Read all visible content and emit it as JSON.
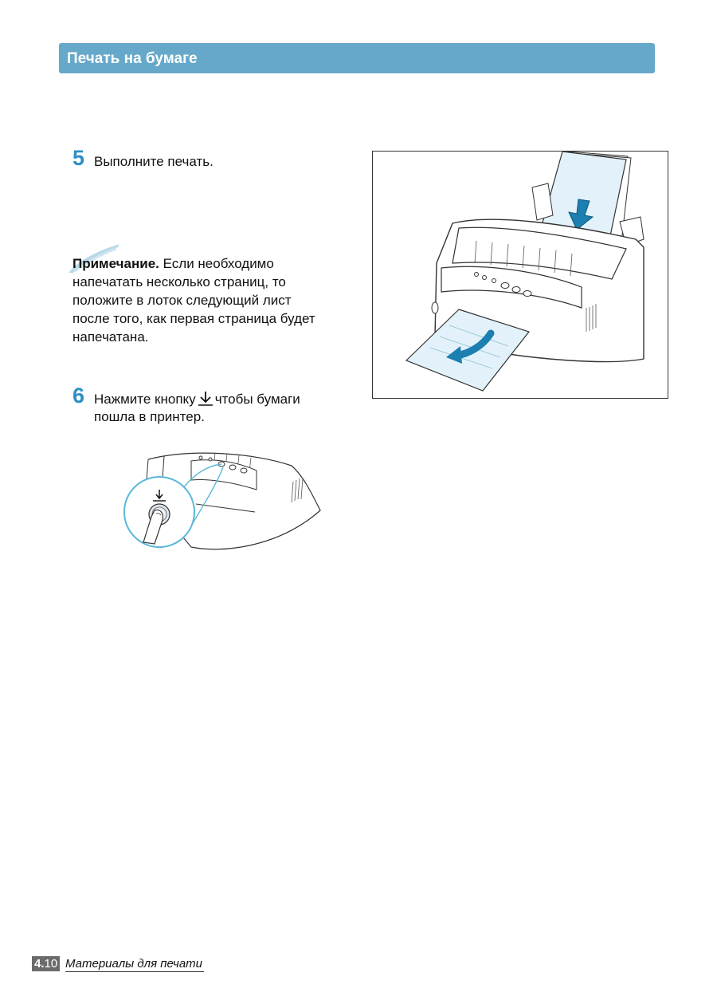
{
  "header": {
    "title": "Печать на бумаге"
  },
  "steps": [
    {
      "number": "5",
      "text": "Выполните печать."
    },
    {
      "number": "6",
      "text_before": "Нажмите кнопку",
      "text_after": "чтобы бумаги",
      "line2": "пошла в принтер."
    }
  ],
  "note": {
    "label": "Примечание.",
    "line1": "Если необходимо",
    "line2": "напечатать несколько страниц, то",
    "line3": "положите в лоток следующий лист",
    "line4": "после того, как первая страница будет",
    "line5": "напечатана."
  },
  "footer": {
    "chapter": "4.",
    "page": "10",
    "title": "Материалы для печати"
  },
  "colors": {
    "header_bg": "#66a8ca",
    "step_number": "#2d8fc4",
    "accent_arrow": "#1b7fb0",
    "paper_fill": "#e3f2fa"
  }
}
